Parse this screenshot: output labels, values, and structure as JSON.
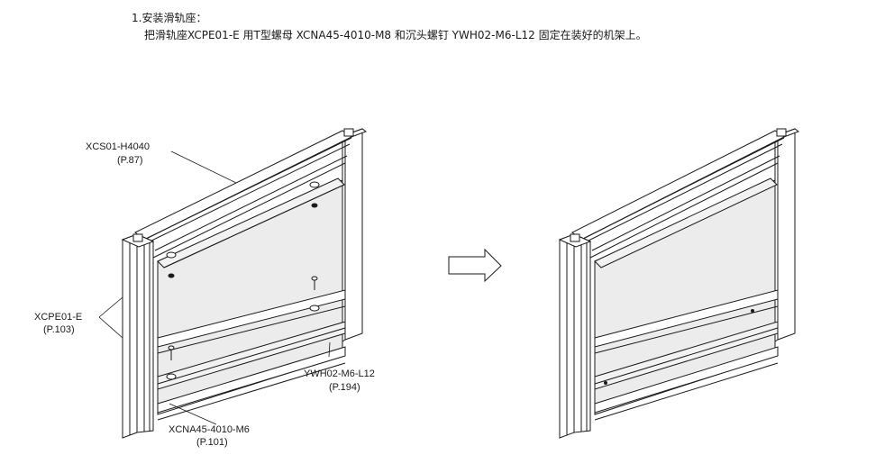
{
  "step": {
    "title": "1.安装滑轨座：",
    "description": "把滑轨座XCPE01-E 用T型螺母 XCNA45-4010-M8 和沉头螺钉 YWH02-M6-L12 固定在装好的机架上。"
  },
  "callouts": {
    "frame_profile": {
      "part": "XCS01-H4040",
      "page": "(P.87)"
    },
    "slide_seat": {
      "part": "XCPE01-E",
      "page": "(P.103)"
    },
    "screw": {
      "part": "YWH02-M6-L12",
      "page": "(P.194)"
    },
    "t_nut": {
      "part": "XCNA45-4010-M6",
      "page": "(P.101)"
    }
  },
  "colors": {
    "line": "#1a1a1a",
    "panel": "#e8e8e8",
    "profile": "#ffffff"
  }
}
